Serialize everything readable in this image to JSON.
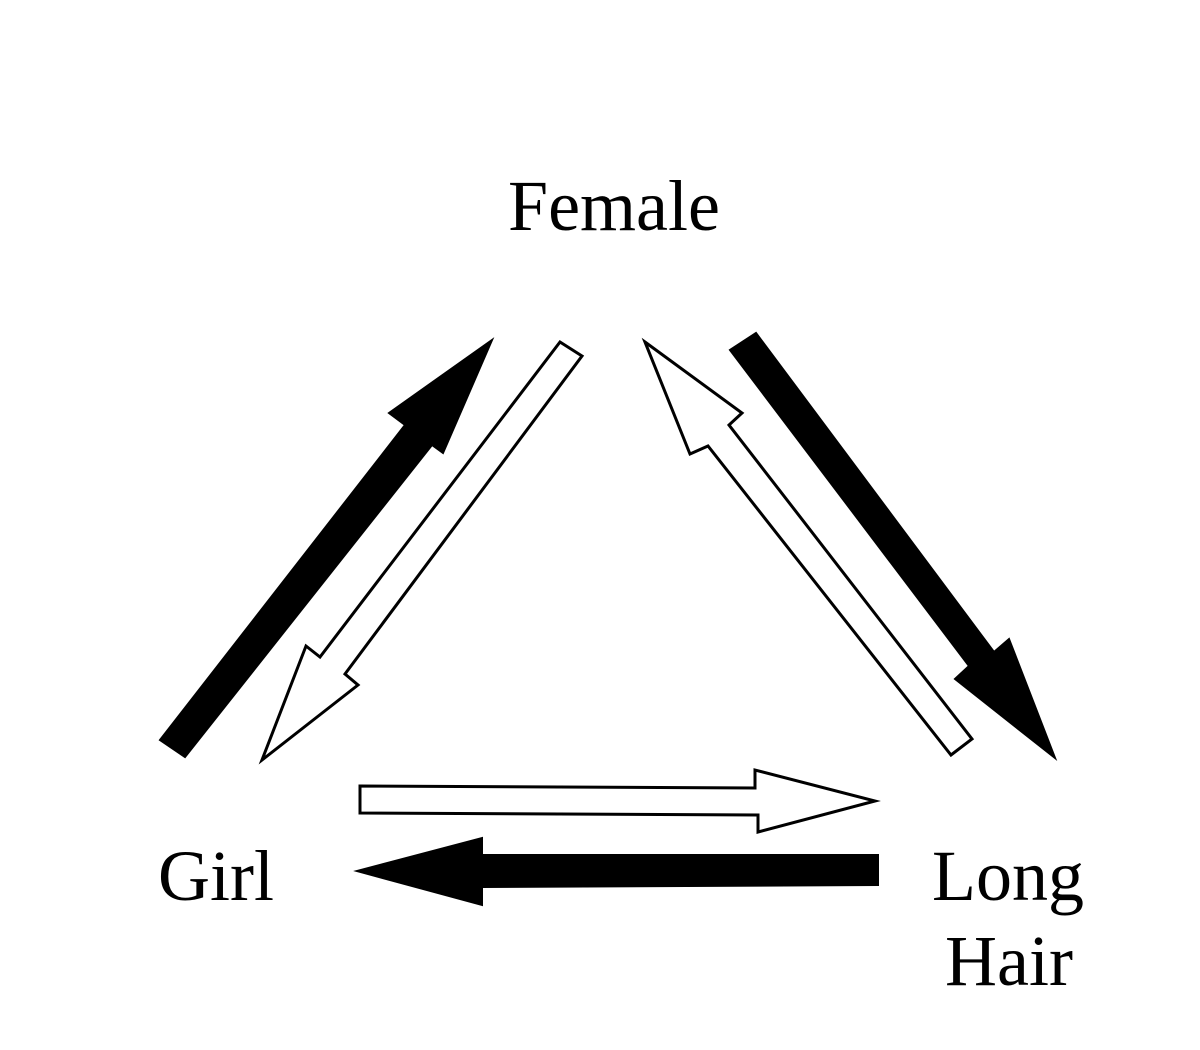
{
  "nodes": {
    "female": "Female",
    "girl": "Girl",
    "long_hair_line1": "Long",
    "long_hair_line2": "Hair"
  },
  "edges": [
    {
      "from": "Girl",
      "to": "Female",
      "style": "filled"
    },
    {
      "from": "Female",
      "to": "Girl",
      "style": "hollow"
    },
    {
      "from": "Long Hair",
      "to": "Female",
      "style": "hollow"
    },
    {
      "from": "Female",
      "to": "Long Hair",
      "style": "filled"
    },
    {
      "from": "Girl",
      "to": "Long Hair",
      "style": "hollow"
    },
    {
      "from": "Long Hair",
      "to": "Girl",
      "style": "filled"
    }
  ],
  "colors": {
    "filled": "#000000",
    "hollow": "#ffffff",
    "stroke": "#000000"
  }
}
